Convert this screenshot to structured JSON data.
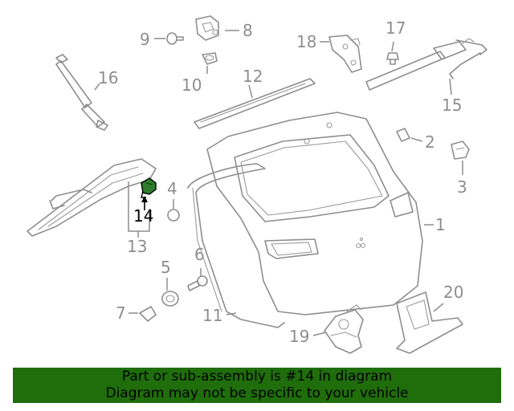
{
  "callouts": {
    "n1": "1",
    "n2": "2",
    "n3": "3",
    "n4": "4",
    "n5": "5",
    "n6": "6",
    "n7": "7",
    "n8": "8",
    "n9": "9",
    "n10": "10",
    "n11": "11",
    "n12": "12",
    "n13": "13",
    "n14": "14",
    "n15": "15",
    "n16": "16",
    "n17": "17",
    "n18": "18",
    "n19": "19",
    "n20": "20"
  },
  "highlight": {
    "part": "14",
    "color": "#2e7d2e"
  },
  "banner": {
    "line1": "Part or sub-assembly is #14 in diagram",
    "line2": "Diagram may not be specific to your vehicle",
    "background": "#1f6e0b"
  }
}
